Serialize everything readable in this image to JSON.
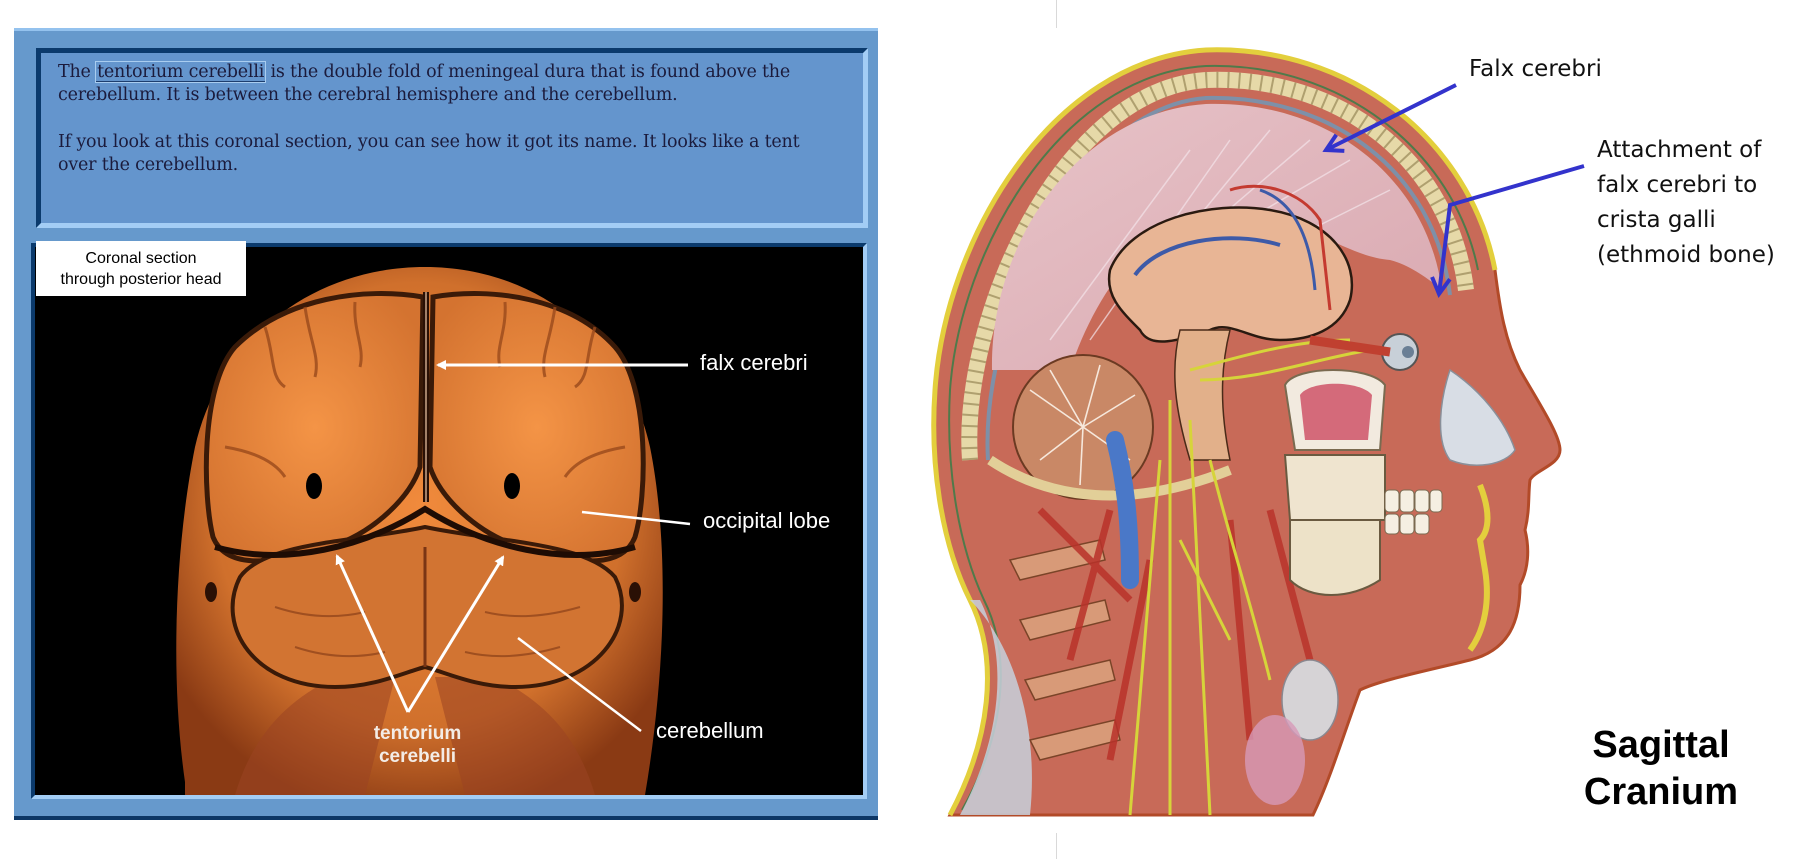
{
  "left_panel": {
    "description": {
      "paragraph1_pre": "The ",
      "paragraph1_highlight": "tentorium cerebelli",
      "paragraph1_post": " is the double fold of meningeal dura that is found above the cerebellum.  It is between the cerebral hemisphere and the cerebellum.",
      "paragraph2": "If you look at this coronal section, you can see how it got its name.  It looks like a tent over the cerebellum."
    },
    "caption_line1": "Coronal section",
    "caption_line2": "through posterior head",
    "labels": {
      "falx_cerebri": "falx cerebri",
      "occipital_lobe": "occipital lobe",
      "cerebellum": "cerebellum",
      "tentorium_line1": "tentorium",
      "tentorium_line2": "cerebelli"
    },
    "colors": {
      "panel_blue": "#6699cc",
      "image_bg": "#000000",
      "tissue_orange": "#d9782f"
    }
  },
  "right_panel": {
    "labels": {
      "falx_cerebri": "Falx cerebri",
      "attachment_line1": "Attachment of",
      "attachment_line2": "falx cerebri to",
      "attachment_line3": "crista galli",
      "attachment_line4": "(ethmoid bone)"
    },
    "title_line1": "Sagittal",
    "title_line2": "Cranium",
    "colors": {
      "arrow_blue": "#3333cc"
    }
  }
}
